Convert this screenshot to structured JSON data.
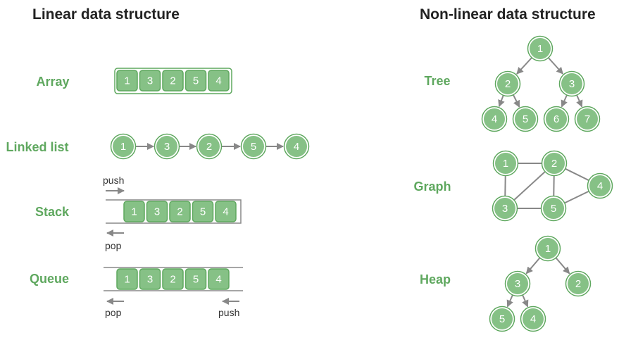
{
  "colors": {
    "node_fill": "#86c186",
    "node_stroke": "#5fa85f",
    "label_green": "#5fa85f",
    "edge": "#888888",
    "heading": "#222222",
    "container_border": "#888888"
  },
  "linear": {
    "title": "Linear data structure",
    "array": {
      "label": "Array",
      "values": [
        "1",
        "3",
        "2",
        "5",
        "4"
      ]
    },
    "linked": {
      "label": "Linked list",
      "values": [
        "1",
        "3",
        "2",
        "5",
        "4"
      ]
    },
    "stack": {
      "label": "Stack",
      "values": [
        "1",
        "3",
        "2",
        "5",
        "4"
      ],
      "push_label": "push",
      "pop_label": "pop"
    },
    "queue": {
      "label": "Queue",
      "values": [
        "1",
        "3",
        "2",
        "5",
        "4"
      ],
      "pop_label": "pop",
      "push_label": "push"
    }
  },
  "nonlinear": {
    "title": "Non-linear data structure",
    "tree": {
      "label": "Tree",
      "nodes": [
        "1",
        "2",
        "3",
        "4",
        "5",
        "6",
        "7"
      ]
    },
    "graph": {
      "label": "Graph",
      "nodes": [
        "1",
        "2",
        "4",
        "3",
        "5"
      ]
    },
    "heap": {
      "label": "Heap",
      "nodes": [
        "1",
        "3",
        "2",
        "5",
        "4"
      ]
    }
  }
}
